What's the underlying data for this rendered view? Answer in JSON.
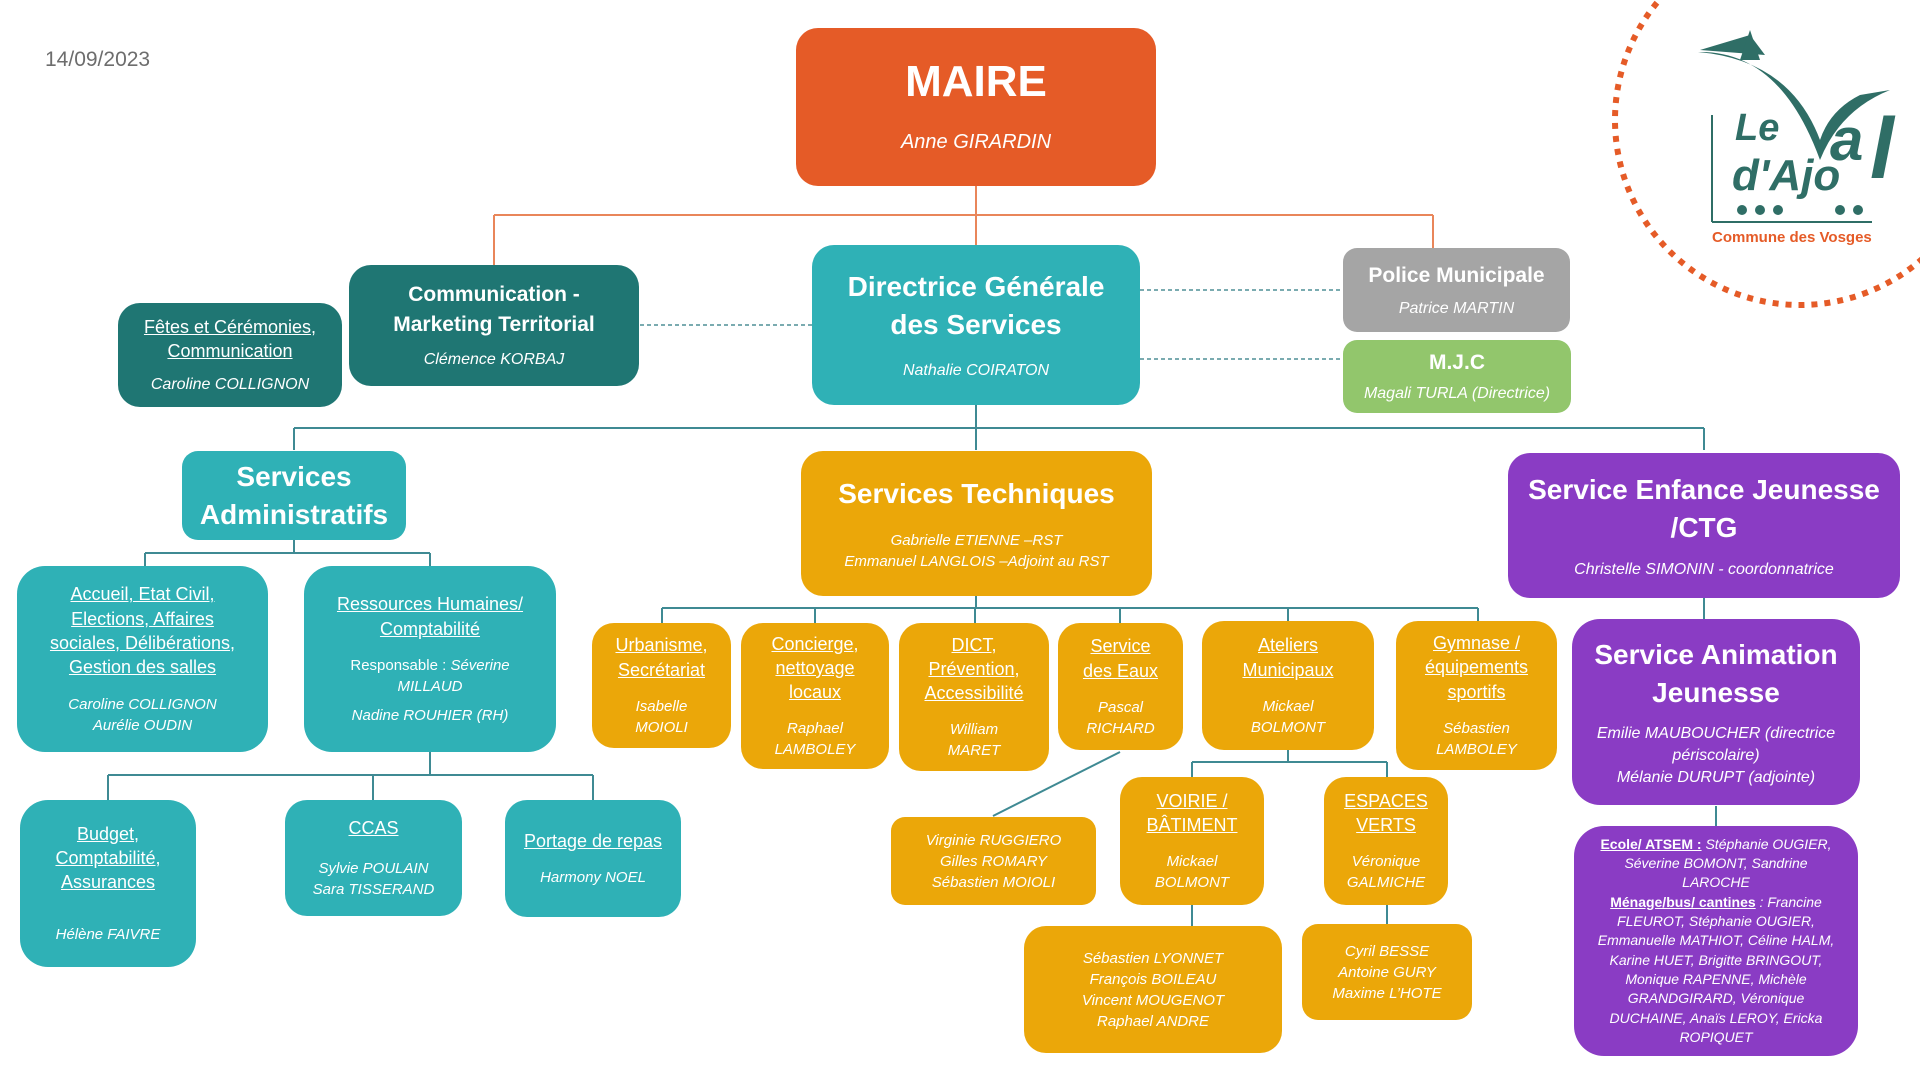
{
  "date": "14/09/2023",
  "logo": {
    "line1": "Le",
    "line2": "Val",
    "line3": "d'Ajol",
    "tagline": "Commune des Vosges",
    "icon": "val-dajol-logo-icon"
  },
  "colors": {
    "mayor": "#e55b27",
    "communication": "#1f7673",
    "admin": "#2fb1b6",
    "technical": "#eba709",
    "youth": "#8a3cc4",
    "police": "#a5a5a5",
    "mjc": "#92c66c"
  },
  "maire": {
    "title": "MAIRE",
    "name": "Anne GIRARDIN"
  },
  "dgs": {
    "title_line1": "Directrice Générale",
    "title_line2": "des Services",
    "name": "Nathalie COIRATON"
  },
  "communication": {
    "title_line1": "Communication -",
    "title_line2": "Marketing Territorial",
    "name": "Clémence KORBAJ"
  },
  "fetes": {
    "title_line1": "Fêtes et Cérémonies,",
    "title_line2": "Communication",
    "name": "Caroline COLLIGNON"
  },
  "police": {
    "title": "Police Municipale",
    "name": "Patrice MARTIN"
  },
  "mjc": {
    "title": "M.J.C",
    "name": "Magali TURLA (Directrice)"
  },
  "admin": {
    "title_line1": "Services",
    "title_line2": "Administratifs",
    "accueil": {
      "title_lines": [
        "Accueil, Etat Civil,",
        "Elections, Affaires",
        "sociales, Délibérations,",
        "Gestion des salles"
      ],
      "names": [
        "Caroline COLLIGNON",
        "Aurélie OUDIN"
      ]
    },
    "rh": {
      "title_lines": [
        "Ressources Humaines/",
        "Comptabilité"
      ],
      "responsable_label": "Responsable : ",
      "responsable_name1": "Séverine",
      "responsable_name2": "MILLAUD",
      "other": "Nadine ROUHIER  (RH)"
    },
    "budget": {
      "title_lines": [
        "Budget,",
        "Comptabilité,",
        "Assurances"
      ],
      "name": "Hélène FAIVRE"
    },
    "ccas": {
      "title": "CCAS",
      "names": [
        "Sylvie POULAIN",
        "Sara TISSERAND"
      ]
    },
    "portage": {
      "title": "Portage de repas",
      "name": "Harmony NOEL"
    }
  },
  "technique": {
    "title": "Services Techniques",
    "names": [
      "Gabrielle  ETIENNE –RST",
      "Emmanuel LANGLOIS –Adjoint au RST"
    ],
    "urbanisme": {
      "title_lines": [
        "Urbanisme,",
        "Secrétariat"
      ],
      "names": [
        "Isabelle",
        "MOIOLI"
      ]
    },
    "concierge": {
      "title_lines": [
        "Concierge,",
        "nettoyage",
        "locaux"
      ],
      "names": [
        "Raphael",
        "LAMBOLEY"
      ]
    },
    "dict": {
      "title_lines": [
        "DICT,",
        "Prévention,",
        "Accessibilité"
      ],
      "names": [
        "William",
        "MARET"
      ]
    },
    "eaux": {
      "title_lines": [
        "Service",
        "des Eaux"
      ],
      "names": [
        "Pascal",
        "RICHARD"
      ]
    },
    "eaux_team": {
      "names": [
        "Virginie RUGGIERO",
        "Gilles ROMARY",
        "Sébastien MOIOLI"
      ]
    },
    "ateliers": {
      "title_lines": [
        "Ateliers",
        "Municipaux"
      ],
      "names": [
        "Mickael",
        "BOLMONT"
      ]
    },
    "gymnase": {
      "title_lines": [
        "Gymnase /",
        "équipements",
        "sportifs"
      ],
      "names": [
        "Sébastien",
        "LAMBOLEY"
      ]
    },
    "voirie": {
      "title_lines": [
        "VOIRIE /",
        "BÂTIMENT"
      ],
      "names": [
        "Mickael",
        "BOLMONT"
      ]
    },
    "voirie_team": {
      "names": [
        "Sébastien LYONNET",
        "François BOILEAU",
        "Vincent MOUGENOT",
        "Raphael ANDRE"
      ]
    },
    "espaces": {
      "title_lines": [
        "ESPACES",
        "VERTS"
      ],
      "names": [
        "Véronique",
        "GALMICHE"
      ]
    },
    "espaces_team": {
      "names": [
        "Cyril BESSE",
        "Antoine GURY",
        "Maxime L’HOTE"
      ]
    }
  },
  "enfance": {
    "title_line1": "Service Enfance Jeunesse",
    "title_line2": "/CTG",
    "name": "Christelle SIMONIN - coordonnatrice",
    "animation": {
      "title_line1": "Service Animation",
      "title_line2": "Jeunesse",
      "names": [
        "Emilie MAUBOUCHER (directrice",
        "périscolaire)",
        "Mélanie DURUPT (adjointe)"
      ]
    },
    "ecole": {
      "ecole_label": "Ecole/ ATSEM :",
      "ecole_names": " Stéphanie OUGIER, Séverine BOMONT, Sandrine LAROCHE",
      "menage_label": "Ménage/bus/ cantines",
      "menage_names": " : Francine FLEUROT, Stéphanie OUGIER, Emmanuelle MATHIOT, Céline HALM, Karine HUET, Brigitte BRINGOUT, Monique RAPENNE, Michèle GRANDGIRARD,  Véronique DUCHAINE, Anaïs LEROY, Ericka ROPIQUET"
    }
  }
}
